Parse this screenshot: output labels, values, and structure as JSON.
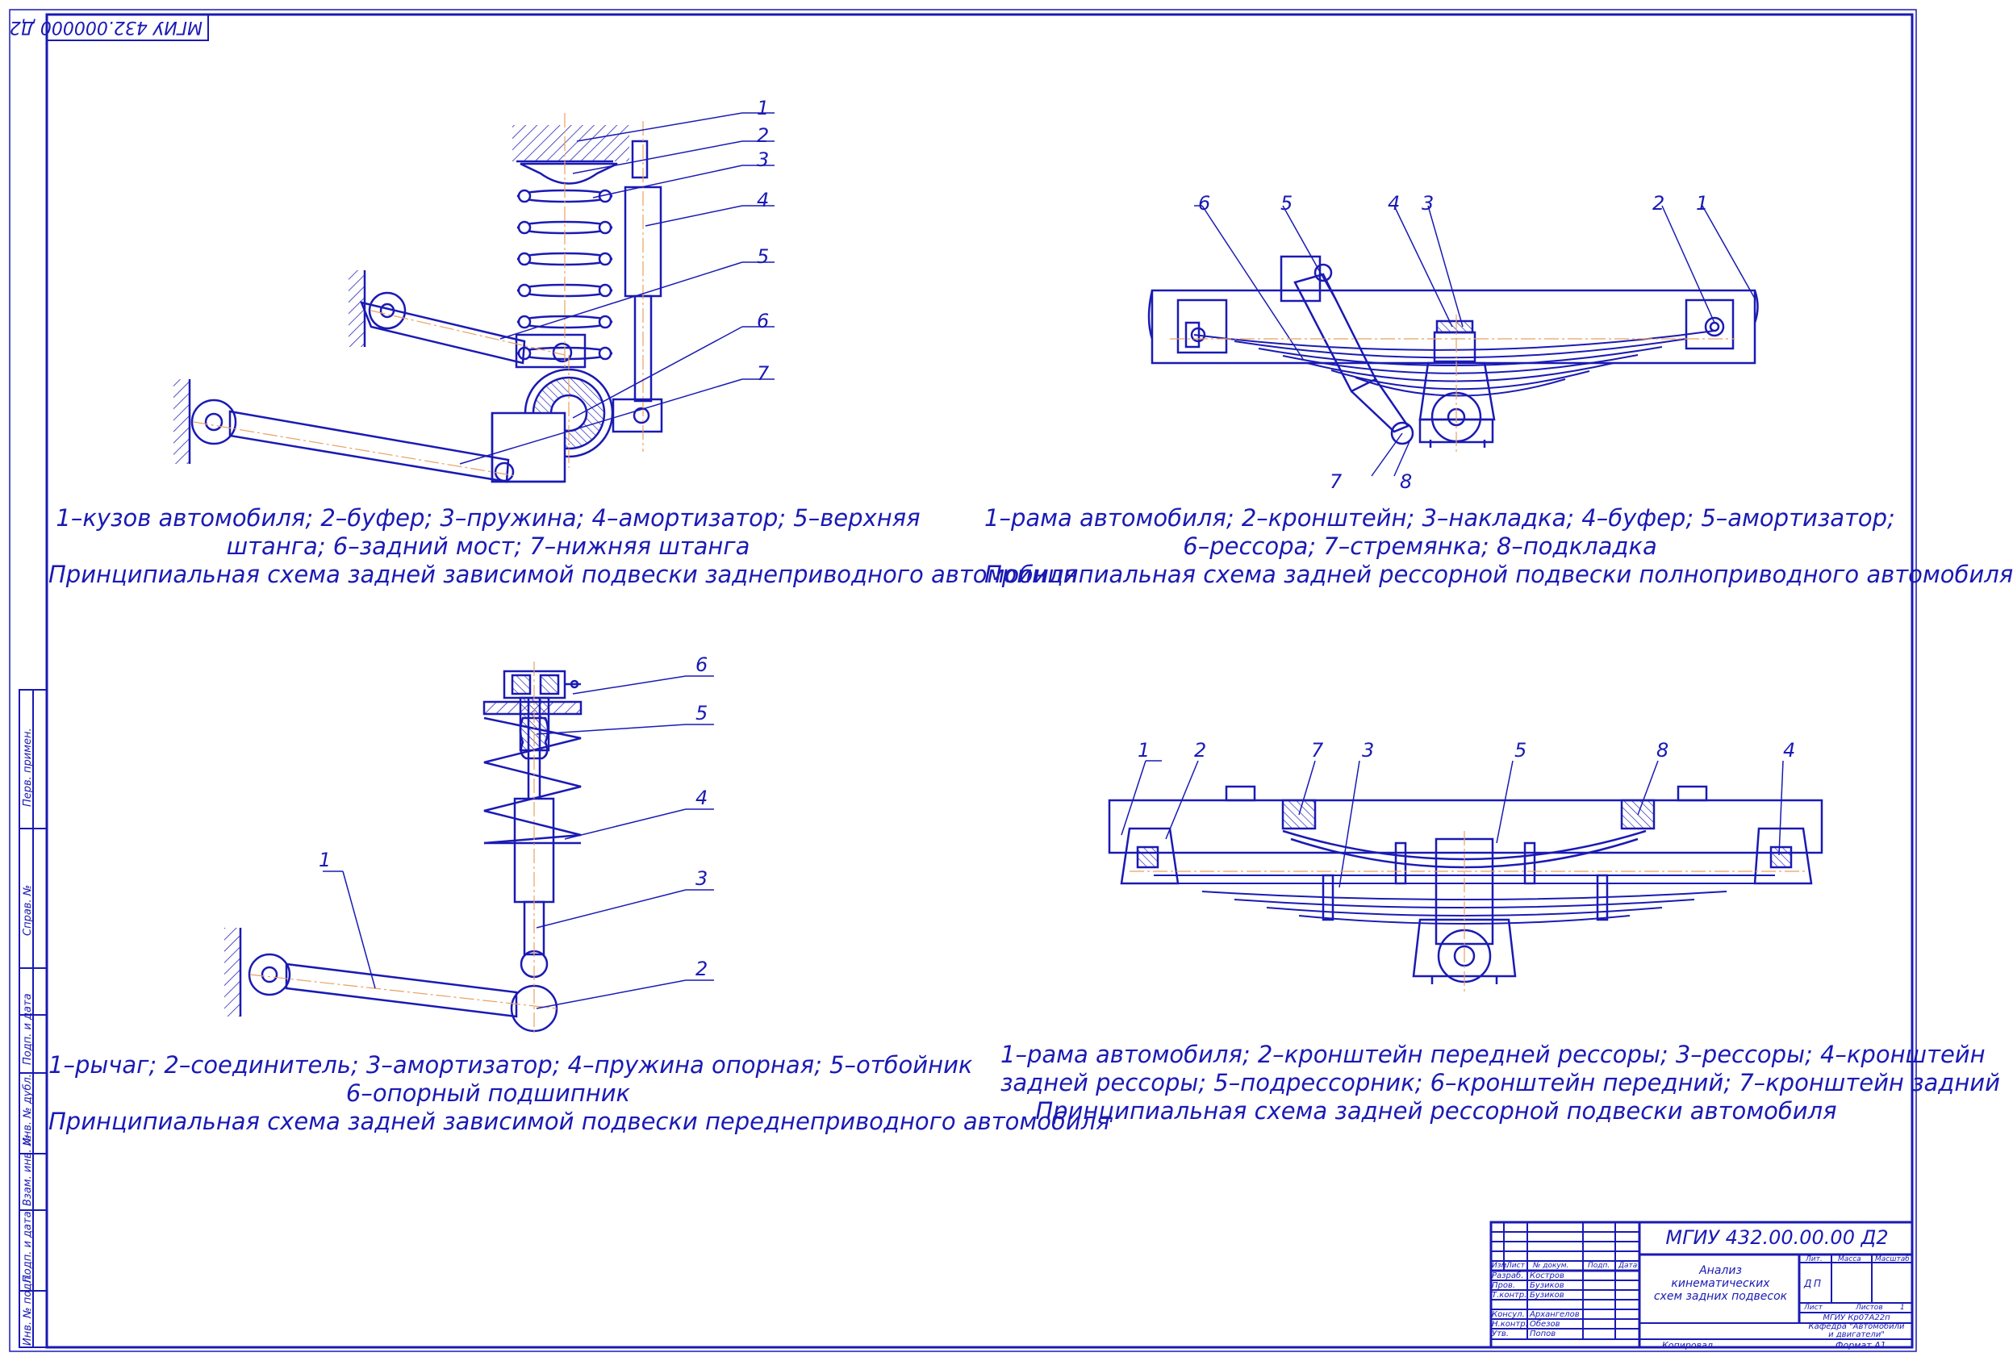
{
  "stamp_rotated": "МГИУ 432.000000 Д2",
  "figures": [
    {
      "id": "fig1",
      "legend_lines": [
        "1–кузов автомобиля; 2–буфер; 3–пружина; 4–амортизатор; 5–верхняя",
        "штанга; 6–задний мост; 7–нижняя штанга"
      ],
      "title": "Принципиальная схема задней зависимой подвески заднеприводного автомобиля",
      "callouts": [
        "1",
        "2",
        "3",
        "4",
        "5",
        "6",
        "7"
      ]
    },
    {
      "id": "fig2",
      "legend_lines": [
        "1–рама автомобиля; 2–кронштейн; 3–накладка; 4–буфер; 5–амортизатор;",
        "6–рессора; 7–стремянка; 8–подкладка"
      ],
      "title": "Принципиальная схема задней рессорной подвески полноприводного автомобиля",
      "callouts": [
        "6",
        "5",
        "4",
        "3",
        "2",
        "1",
        "7",
        "8"
      ]
    },
    {
      "id": "fig3",
      "legend_lines": [
        "1–рычаг; 2–соединитель; 3–амортизатор; 4–пружина опорная; 5–отбойник",
        "6–опорный подшипник"
      ],
      "title": "Принципиальная схема задней зависимой подвески переднеприводного автомобиля",
      "callouts": [
        "6",
        "5",
        "4",
        "3",
        "2",
        "1"
      ]
    },
    {
      "id": "fig4",
      "legend_lines": [
        "1–рама автомобиля; 2–кронштейн передней рессоры; 3–рессоры; 4–кронштейн",
        "задней рессоры; 5–подрессорник; 6–кронштейн передний; 7–кронштейн задний"
      ],
      "title": "Принципиальная схема задней рессорной подвески автомобиля",
      "callouts": [
        "1",
        "2",
        "7",
        "3",
        "5",
        "8",
        "4"
      ]
    }
  ],
  "side_strip": [
    "Перв. примен.",
    "Справ. №",
    "Подп. и дата",
    "Инв. № дубл.",
    "Взам. инв. №",
    "Подп. и дата",
    "Инв. № подл."
  ],
  "title_block": {
    "designation": "МГИУ 432.00.00.00 Д2",
    "doc_name": [
      "Анализ",
      "кинематических",
      "схем задних подвесок"
    ],
    "col_headers": [
      "Изм.",
      "Лист",
      "№ докум.",
      "Подп.",
      "Дата"
    ],
    "roles": [
      "Разраб.",
      "Пров.",
      "Т.контр.",
      "Консул.",
      "Н.контр.",
      "Утв."
    ],
    "names": [
      "Костров",
      "Бузиков",
      "Бузиков",
      "Архангелов",
      "Обезов",
      "Попов"
    ],
    "lit_header": "Лит.",
    "mass_header": "Масса",
    "scale_header": "Масштаб",
    "lit_value": [
      "Д",
      "П"
    ],
    "sheet_label": "Лист",
    "sheets_label": "Листов",
    "sheets_count": "1",
    "org": [
      "МГИУ Кр07А22п",
      "Кафедра \"Автомобили",
      "и двигатели\""
    ],
    "copied": "Копировал",
    "format": "Формат  А1"
  }
}
